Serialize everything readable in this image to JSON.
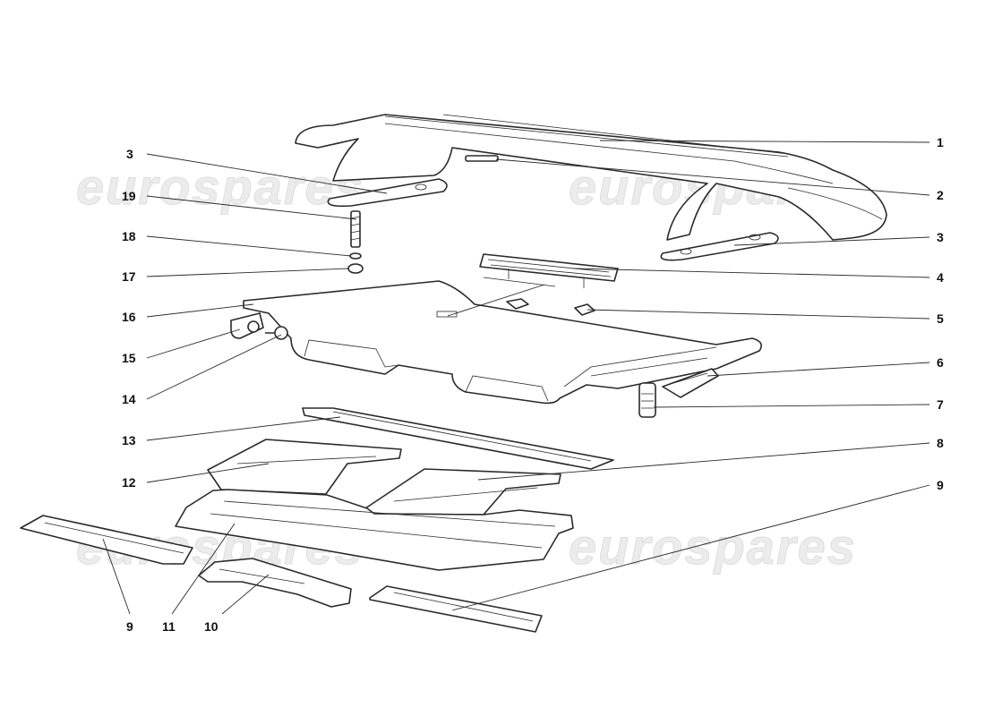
{
  "watermark": "eurospares",
  "callouts": [
    "1",
    "2",
    "3",
    "3",
    "4",
    "5",
    "6",
    "7",
    "8",
    "9",
    "9",
    "10",
    "11",
    "12",
    "13",
    "14",
    "15",
    "16",
    "17",
    "18",
    "19"
  ]
}
